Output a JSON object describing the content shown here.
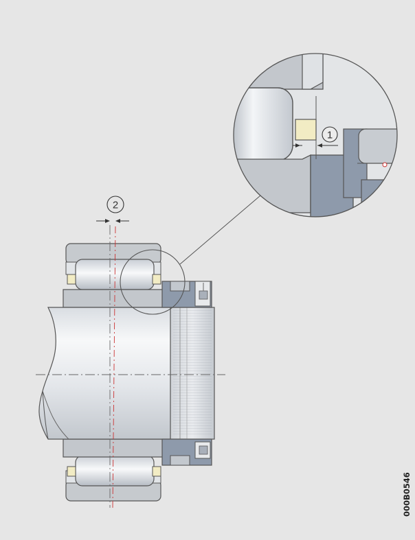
{
  "figure": {
    "id_label": "000B0546",
    "callouts": [
      {
        "number": "1",
        "meaning": ""
      },
      {
        "number": "2",
        "meaning": ""
      }
    ]
  },
  "colors": {
    "background": "#e6e6e6",
    "outline": "#555555",
    "ring_grey": "#bfc3c8",
    "ring_light": "#dfe2e5",
    "nut_blue": "#8e9aab",
    "cage_yellow": "#f2ecc4",
    "roller_light": "#f4f6f8",
    "axis_red": "#cc3333"
  }
}
